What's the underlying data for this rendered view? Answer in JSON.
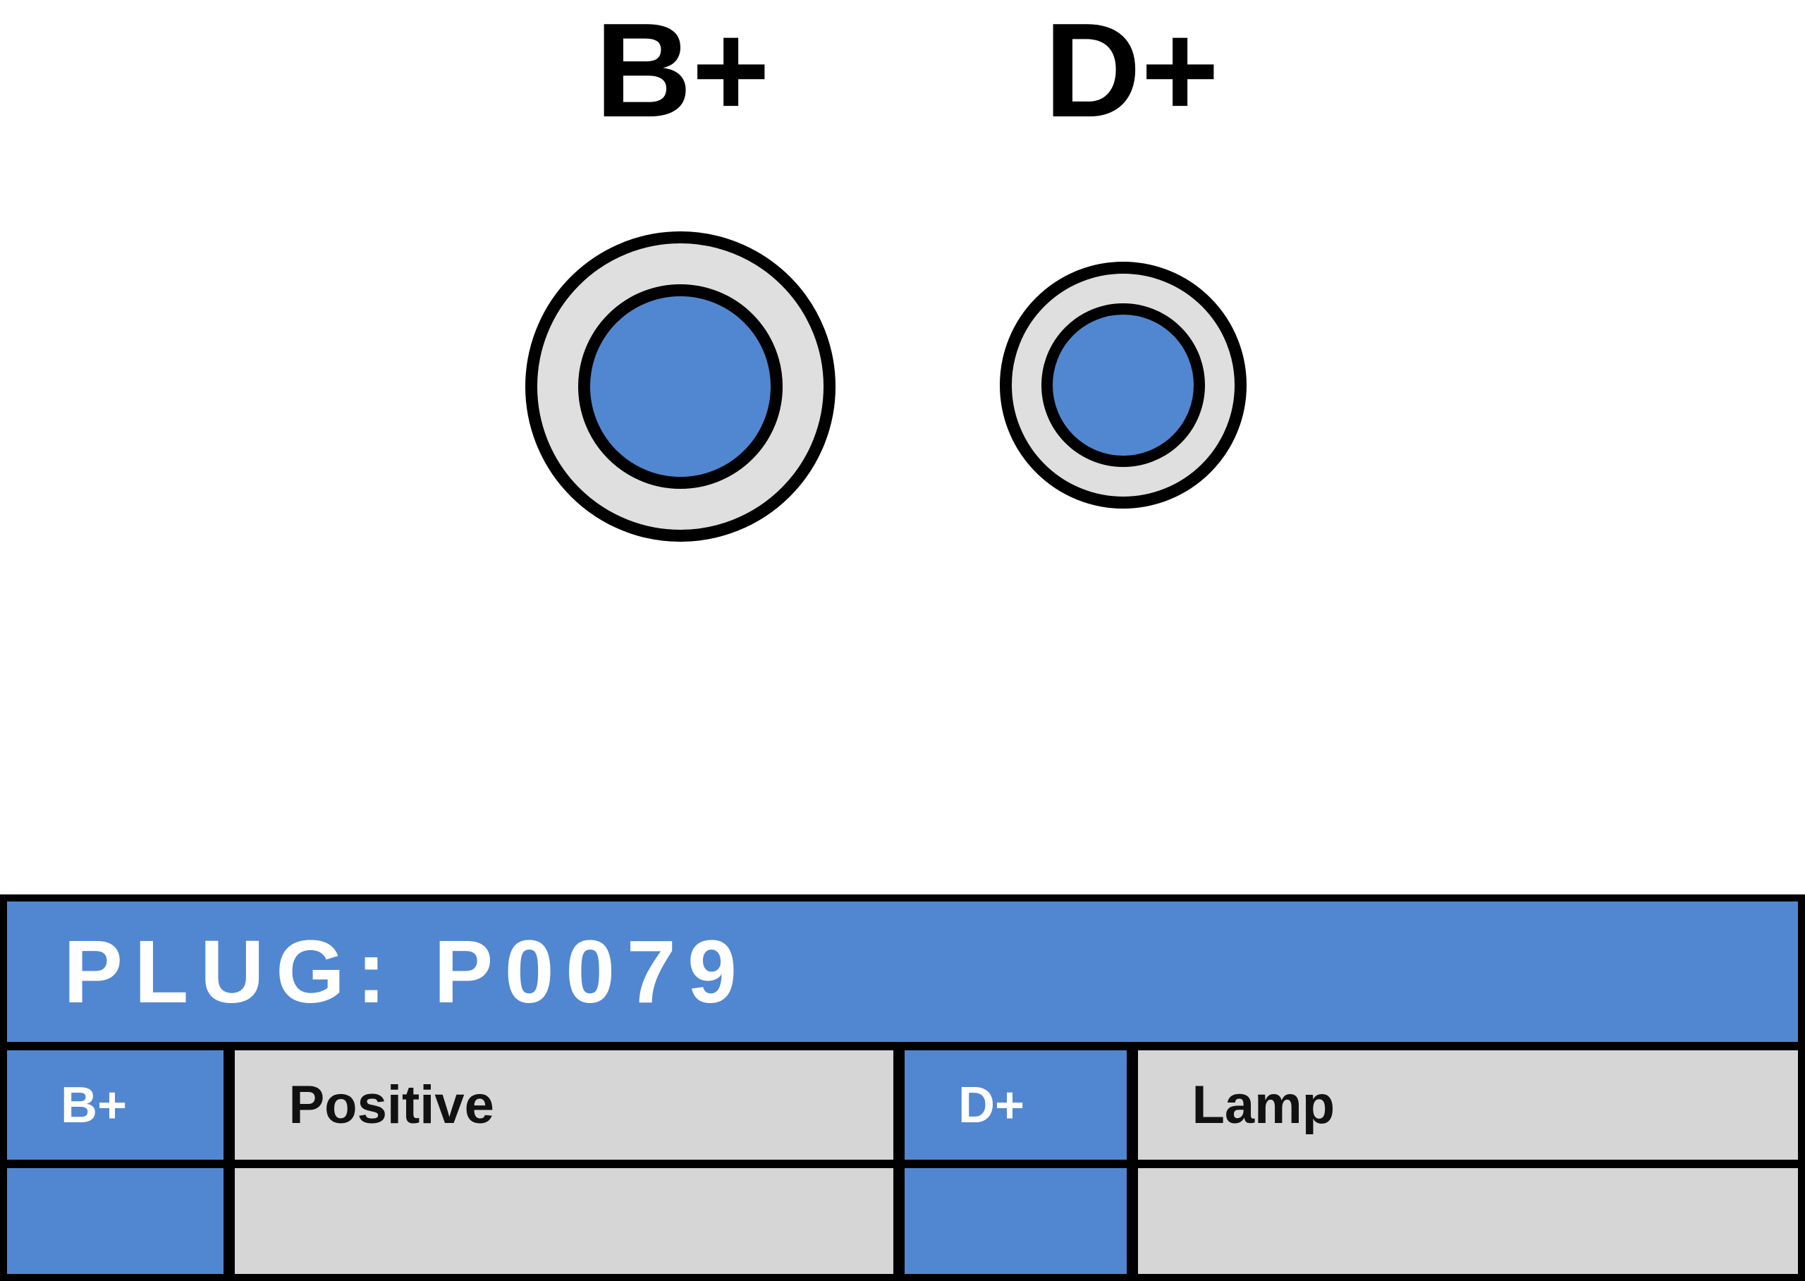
{
  "terminals": [
    {
      "id": "b-plus",
      "label": "B+"
    },
    {
      "id": "d-plus",
      "label": "D+"
    }
  ],
  "table": {
    "header": "PLUG: P0079",
    "rows": [
      {
        "cells": [
          {
            "text": "B+"
          },
          {
            "text": "Positive"
          },
          {
            "text": "D+"
          },
          {
            "text": "Lamp"
          }
        ]
      },
      {
        "cells": [
          {
            "text": ""
          },
          {
            "text": ""
          },
          {
            "text": ""
          },
          {
            "text": ""
          }
        ]
      }
    ]
  },
  "colors": {
    "blue": "#5187D1",
    "cell_gray": "#D6D6D6",
    "ring_gray": "#DFDFDF",
    "border_black": "#000000",
    "header_text": "#FFFFFF",
    "body_text": "#111111"
  }
}
